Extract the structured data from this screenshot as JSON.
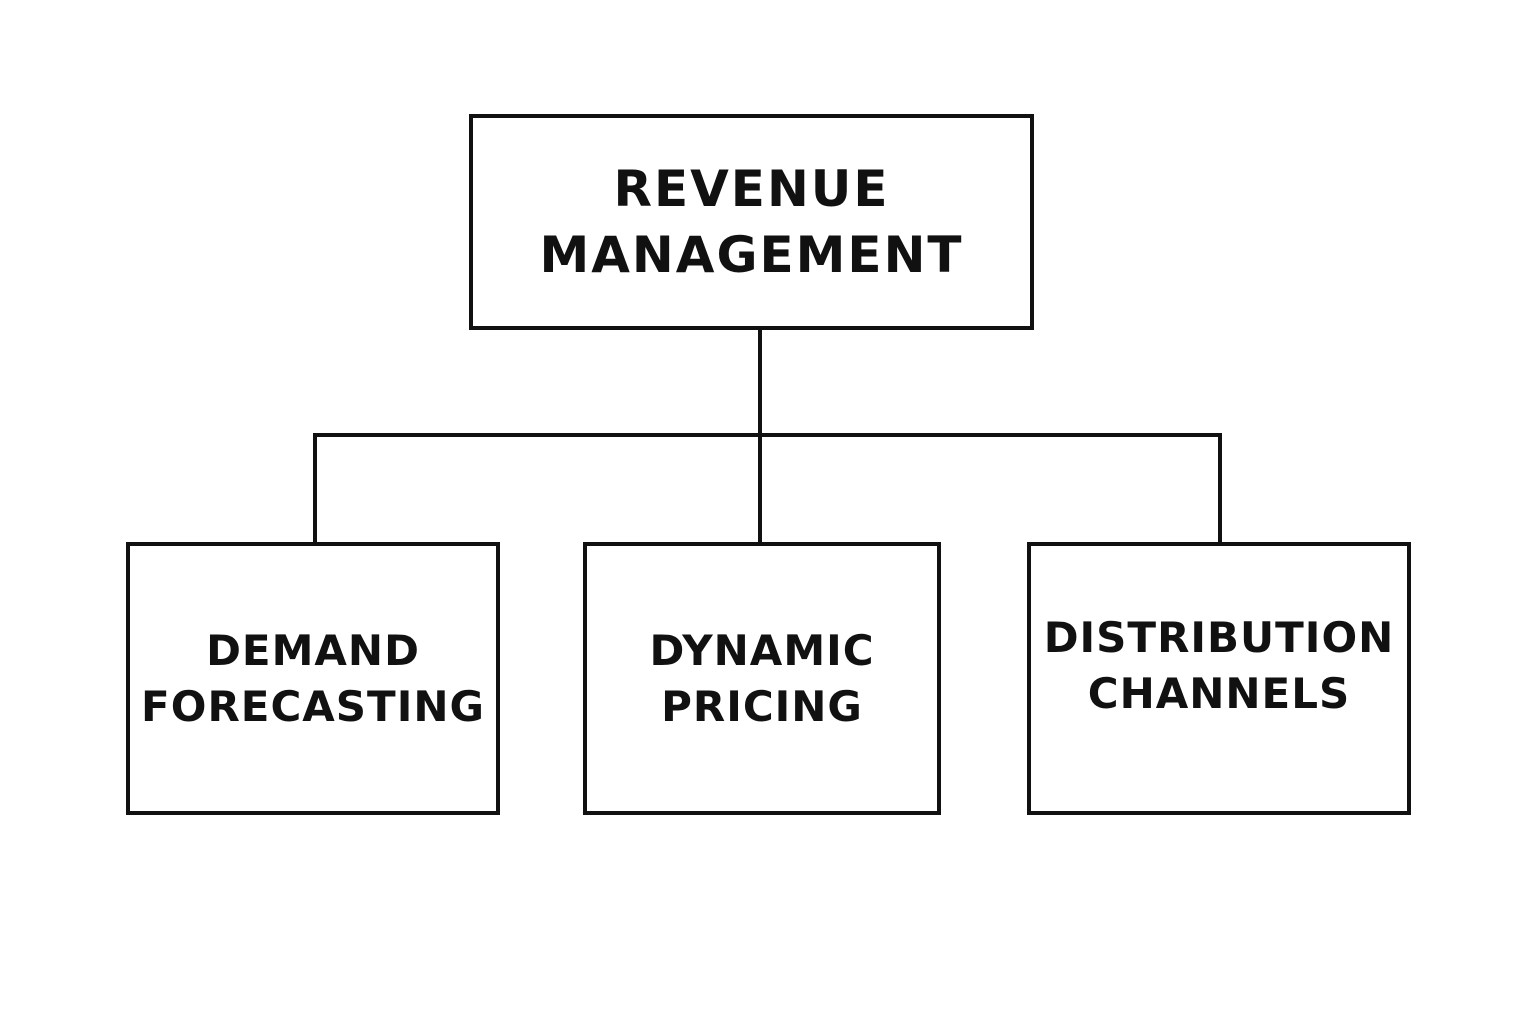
{
  "diagram": {
    "root": {
      "label": "REVENUE\nMANAGEMENT"
    },
    "children": [
      {
        "label": "DEMAND\nFORECASTING"
      },
      {
        "label": "DYNAMIC\nPRICING"
      },
      {
        "label": "DISTRIBUTION\nCHANNELS"
      }
    ],
    "colors": {
      "stroke": "#111111",
      "background": "#ffffff"
    }
  }
}
